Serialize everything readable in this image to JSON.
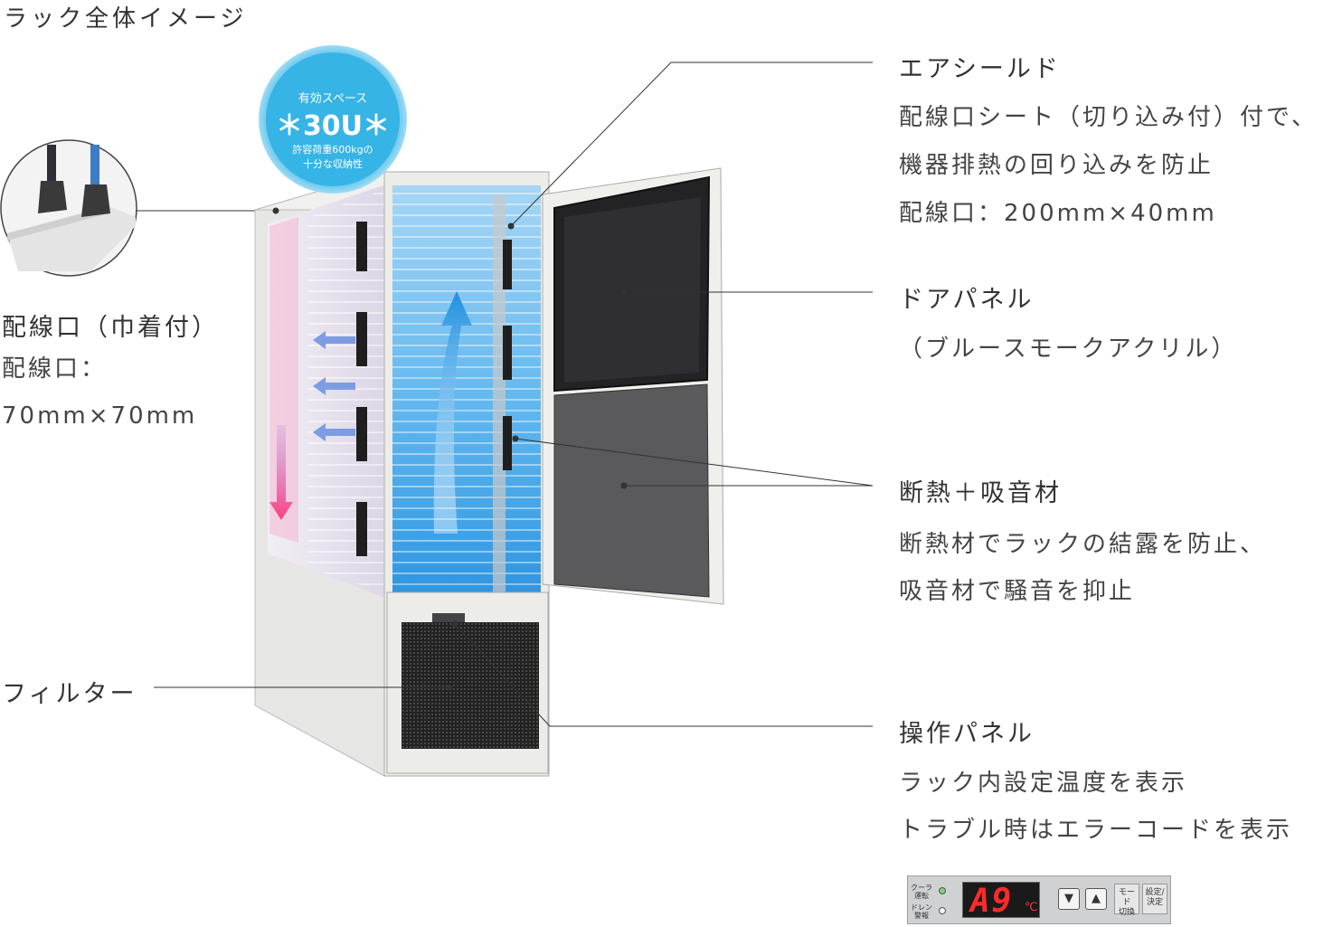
{
  "title": "ラック全体イメージ",
  "badge": {
    "line1": "有効スペース",
    "big": "30U",
    "line2": "許容荷重600kgの",
    "line3": "十分な収納性"
  },
  "left_labels": {
    "wiring_heading": "配線口（巾着付）",
    "wiring_lines": [
      "配線口：",
      "70mm×70mm"
    ],
    "filter_heading": "フィルター"
  },
  "right_labels": {
    "airshield": {
      "heading": "エアシールド",
      "lines": [
        "配線口シート（切り込み付）付で、",
        "機器排熱の回り込みを防止",
        "配線口：200mm×40mm"
      ]
    },
    "door": {
      "heading": "ドアパネル",
      "lines": [
        "（ブルースモークアクリル）"
      ]
    },
    "insulation": {
      "heading": "断熱＋吸音材",
      "lines": [
        "断熱材でラックの結露を防止、",
        "吸音材で騒音を抑止"
      ]
    },
    "control": {
      "heading": "操作パネル",
      "lines": [
        "ラック内設定温度を表示",
        "トラブル時はエラーコードを表示"
      ]
    }
  },
  "control_panel": {
    "cooler_label_1": "クーラ",
    "cooler_label_2": "運転",
    "drain_label_1": "ドレン",
    "drain_label_2": "警報",
    "display_value": "A9",
    "unit": "℃",
    "down_symbol": "▼",
    "up_symbol": "▲",
    "mode_label_1": "モード",
    "mode_label_2": "切換",
    "set_label_1": "設定/",
    "set_label_2": "決定"
  },
  "colors": {
    "cool_air": "#3aa0e8",
    "warm_air": "#e0508c",
    "badge": "#36b4e6",
    "door_panel": "#2b2b30",
    "insulation": "#5a5a5c",
    "cabinet": "#e8e8e6"
  }
}
